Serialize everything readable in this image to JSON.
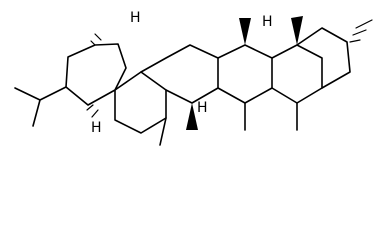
{
  "atom_labels": {
    "h1": "H",
    "h2": "H",
    "h3": "H",
    "h4": "H"
  }
}
